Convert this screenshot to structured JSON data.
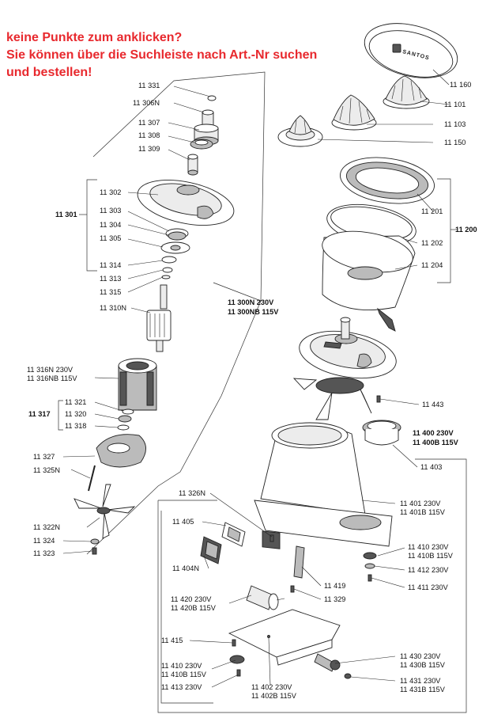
{
  "notice": {
    "line1": "keine Punkte zum anklicken?",
    "line2": "Sie können über die Suchleiste nach Art.-Nr suchen",
    "line3": "und bestellen!",
    "color": "#e8292e"
  },
  "brand": "SANTOS",
  "labels": {
    "l11331": "11 331",
    "l11306n": "11 306N",
    "l11307": "11 307",
    "l11308": "11 308",
    "l11309": "11 309",
    "l11302": "11 302",
    "l11301": "11 301",
    "l11303": "11 303",
    "l11304": "11 304",
    "l11305": "11 305",
    "l11314": "11 314",
    "l11313": "11 313",
    "l11315": "11 315",
    "l11310n": "11 310N",
    "l11316n": "11 316N 230V",
    "l11316nb": "11 316NB 115V",
    "l11321": "11 321",
    "l11317": "11 317",
    "l11320": "11 320",
    "l11318": "11 318",
    "l11327": "11 327",
    "l11325n": "11 325N",
    "l11322n": "11 322N",
    "l11324": "11 324",
    "l11323": "11 323",
    "l11160": "11 160",
    "l11101": "11 101",
    "l11103": "11 103",
    "l11150": "11 150",
    "l11201": "11 201",
    "l11200": "11 200",
    "l11202": "11 202",
    "l11204": "11 204",
    "l11300n": "11 300N 230V",
    "l11300nb": "11 300NB 115V",
    "l11443": "11 443",
    "l11400": "11 400 230V",
    "l11400b": "11 400B 115V",
    "l11403": "11 403",
    "l11326n": "11 326N",
    "l11401": "11 401 230V",
    "l11401b": "11 401B 115V",
    "l11405": "11 405",
    "l11410a": "11 410 230V",
    "l11410ba": "11 410B 115V",
    "l11412": "11 412 230V",
    "l11404n": "11 404N",
    "l11411": "11 411 230V",
    "l11419": "11 419",
    "l11329": "11 329",
    "l11420": "11 420 230V",
    "l11420b": "11 420B 115V",
    "l11415": "11 415",
    "l11430": "11 430 230V",
    "l11430b": "11 430B 115V",
    "l11410c": "11 410 230V",
    "l11410bc": "11 410B 115V",
    "l11431": "11 431 230V",
    "l11431b": "11 431B 115V",
    "l11413": "11 413 230V",
    "l11402": "11 402 230V",
    "l11402b": "11 402B 115V"
  }
}
